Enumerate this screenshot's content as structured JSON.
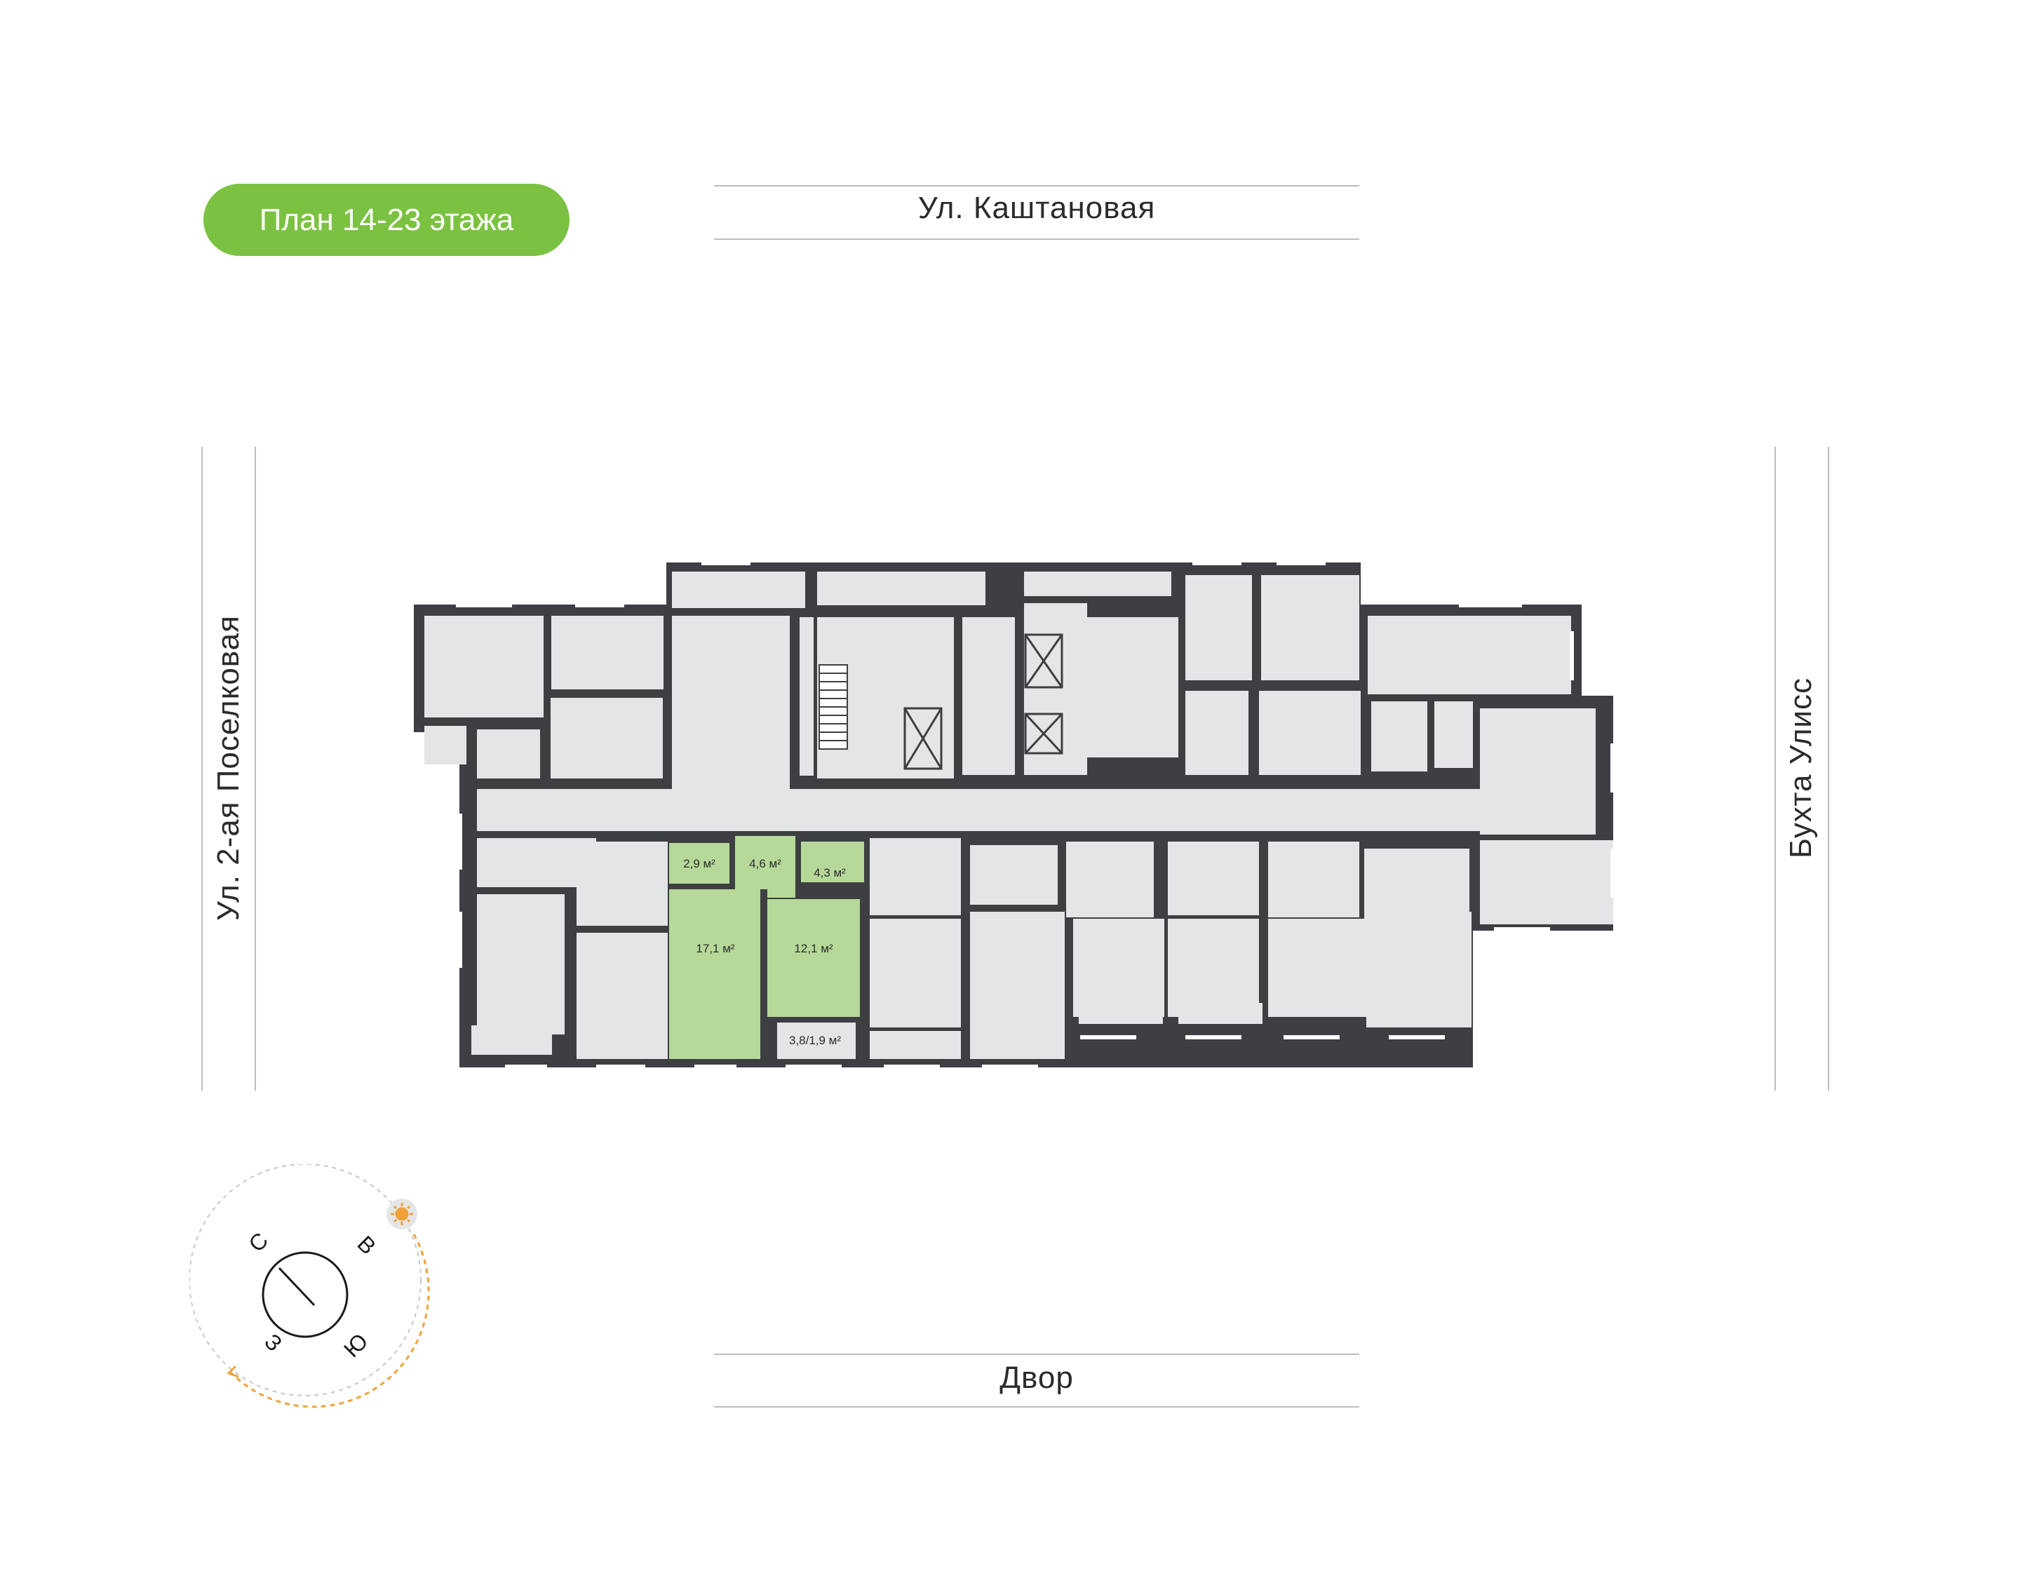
{
  "plan": {
    "title": "План 14-23 этажа"
  },
  "streets": {
    "north": "Ул. Каштановая",
    "west": "Ул. 2-ая Поселковая",
    "east": "Бухта Улисс",
    "south": "Двор"
  },
  "apartment": {
    "rooms": [
      {
        "label": "2,9 м²"
      },
      {
        "label": "4,6 м²"
      },
      {
        "label": "4,3 м²"
      },
      {
        "label": "17,1 м²"
      },
      {
        "label": "12,1 м²"
      },
      {
        "label": "3,8/1,9 м²"
      }
    ]
  },
  "compass": {
    "north": "С",
    "east": "В",
    "south": "Ю",
    "west": "З"
  },
  "colors": {
    "accent": "#7cc242",
    "highlight": "#b6d99a",
    "wall": "#3d3f42",
    "room": "#e4e5e7",
    "sun": "#f0a23a"
  }
}
